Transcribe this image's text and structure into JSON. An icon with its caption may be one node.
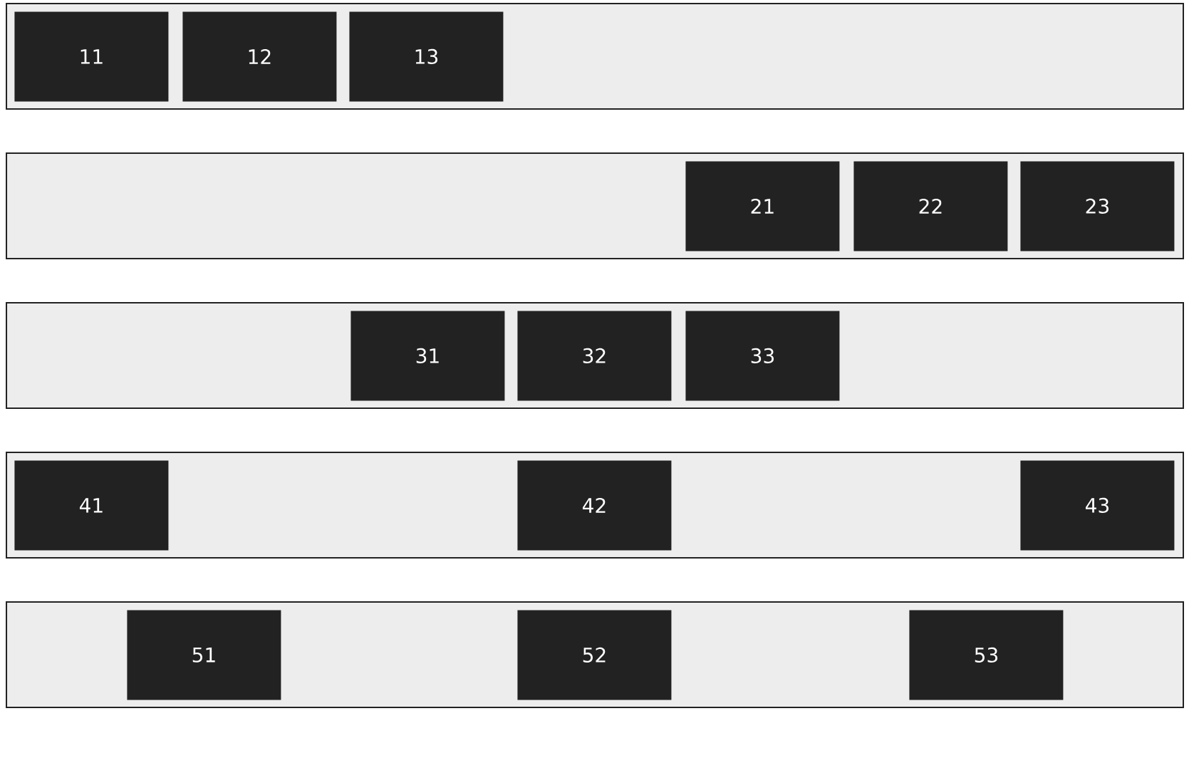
{
  "diagram": {
    "nodes": [
      {
        "text": [],
        "shape": "box"
      },
      {
        "text": [
          "11"
        ],
        "in": 0
      },
      {
        "text": [
          "12"
        ],
        "in": 0
      },
      {
        "text": [
          "13"
        ],
        "in": 0
      },
      {
        "text": [],
        "shape": "box"
      },
      {
        "text": [
          "21"
        ],
        "in": 4
      },
      {
        "text": [
          "22"
        ],
        "in": 4
      },
      {
        "text": [
          "23"
        ],
        "in": 4
      },
      {
        "text": [],
        "shape": "box"
      },
      {
        "text": [
          "31"
        ],
        "in": 8
      },
      {
        "text": [
          "32"
        ],
        "in": 8
      },
      {
        "text": [
          "33"
        ],
        "in": 8
      },
      {
        "text": [],
        "shape": "box"
      },
      {
        "text": [
          "41"
        ],
        "in": 12
      },
      {
        "text": [
          "42"
        ],
        "in": 12
      },
      {
        "text": [
          "43"
        ],
        "in": 12
      },
      {
        "text": [],
        "shape": "box"
      },
      {
        "text": [
          "51"
        ],
        "in": 16
      },
      {
        "text": [
          "52"
        ],
        "in": 16
      },
      {
        "text": [
          "53"
        ],
        "in": 16
      }
    ]
  }
}
